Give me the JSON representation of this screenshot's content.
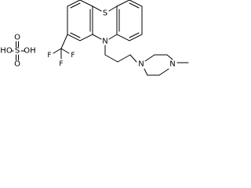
{
  "atoms": {
    "sulfur_ring": "S",
    "nitrogen_ring": "N",
    "nitrogen_pip1": "N",
    "nitrogen_pip2": "N",
    "fluorine_1": "F",
    "fluorine_2": "F",
    "fluorine_3": "F",
    "sulfate_s": "S",
    "sulfate_o_top": "O",
    "sulfate_o_bottom": "O",
    "sulfate_oh_left": "HO",
    "sulfate_oh_right": "OH"
  }
}
